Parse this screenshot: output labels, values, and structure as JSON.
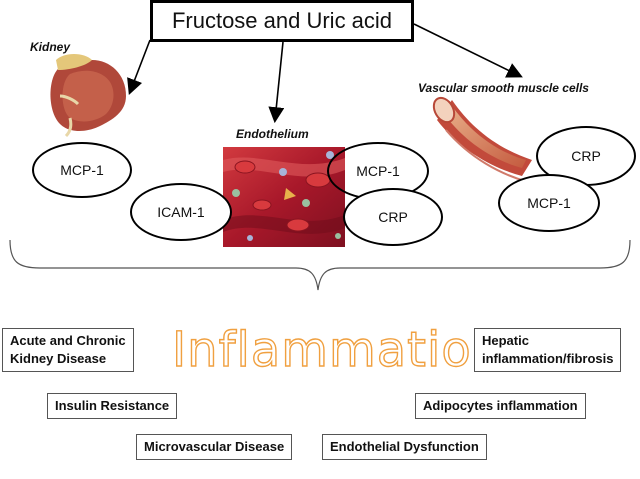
{
  "title": "Fructose and Uric acid",
  "captions": {
    "kidney": "Kidney",
    "endothelium": "Endothelium",
    "vsmc": "Vascular smooth muscle cells"
  },
  "markers": {
    "kidney_mcp1": "MCP-1",
    "endo_icam1": "ICAM-1",
    "endo_mcp1": "MCP-1",
    "endo_crp": "CRP",
    "vsmc_crp": "CRP",
    "vsmc_mcp1": "MCP-1"
  },
  "center_word": "Inflammation",
  "outcomes": {
    "ckd": "Acute and Chronic\nKidney Disease",
    "insulin": "Insulin Resistance",
    "microvascular": "Microvascular Disease",
    "endothelial": "Endothelial Dysfunction",
    "adipocytes": "Adipocytes inflammation",
    "hepatic": "Hepatic\ninflammation/fibrosis"
  },
  "colors": {
    "accent_outline": "#f0a040",
    "tissue_red": "#b3202a"
  }
}
